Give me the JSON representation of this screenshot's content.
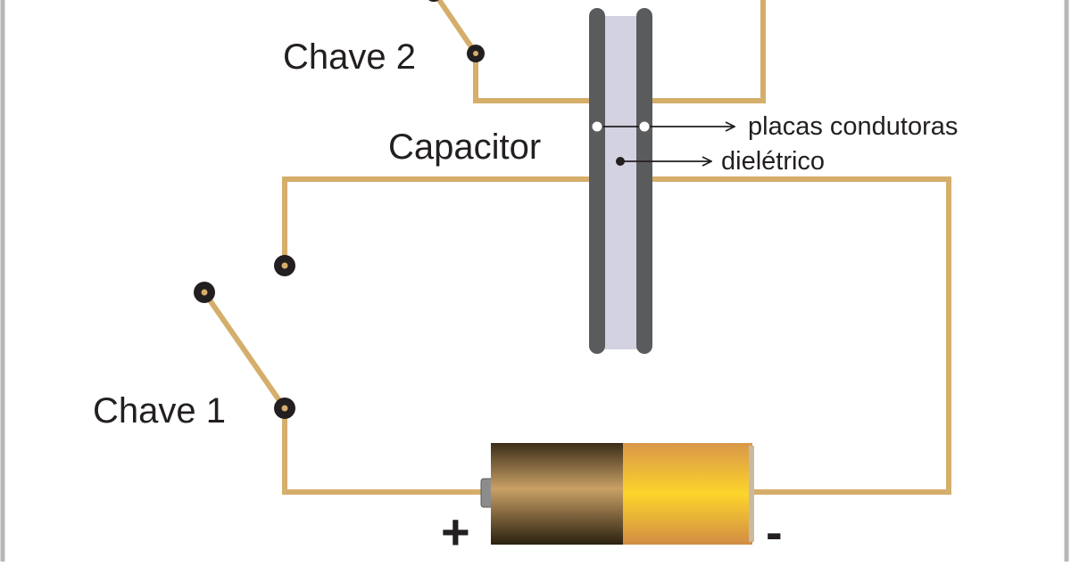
{
  "labels": {
    "switch2": "Chave 2",
    "switch1": "Chave 1",
    "capacitor": "Capacitor",
    "plates": "placas condutoras",
    "dielectric": "dielétrico",
    "plus": "+",
    "minus": "-"
  },
  "colors": {
    "wire": "#d4ae6a",
    "frame": "#b7b7b9",
    "plate": "#5a5b5d",
    "dielectric": "#d3d2e0",
    "terminal": "#231f20",
    "battery_dark": "#4a3b22",
    "battery_gold": "#f2b21f"
  }
}
